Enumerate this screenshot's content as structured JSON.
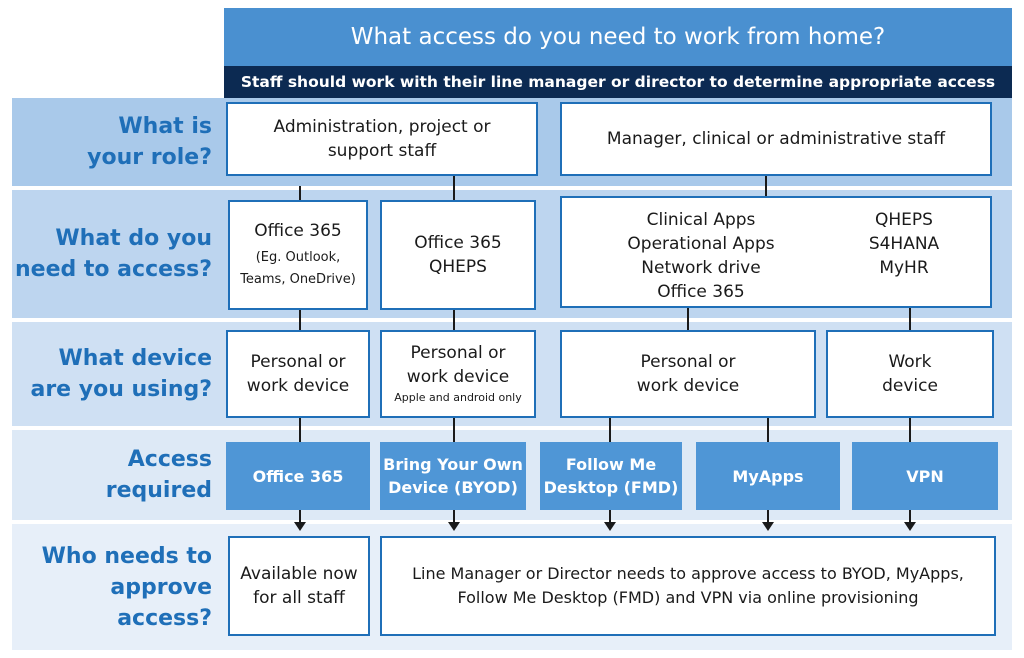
{
  "header": {
    "title": "What access do you need to work from home?",
    "subtitle": "Staff should work with their line manager or director to determine appropriate access"
  },
  "rows": {
    "role": {
      "label": [
        "What is",
        "your role?"
      ]
    },
    "access_needed": {
      "label": [
        "What do you",
        "need to access?"
      ]
    },
    "device": {
      "label": [
        "What device",
        "are you using?"
      ]
    },
    "access_required": {
      "label": [
        "Access",
        "required"
      ]
    },
    "approve": {
      "label": [
        "Who needs to",
        "approve access?"
      ]
    }
  },
  "roles": {
    "admin": [
      "Administration, project or",
      "support staff"
    ],
    "manager": "Manager, clinical or administrative staff"
  },
  "needs": {
    "office365": {
      "title": "Office 365",
      "note": [
        "(Eg. Outlook,",
        "Teams, OneDrive)"
      ]
    },
    "office_qheps": [
      "Office 365",
      "QHEPS"
    ],
    "clinical_left": [
      "Clinical Apps",
      "Operational Apps",
      "Network drive",
      "Office 365"
    ],
    "clinical_right": [
      "QHEPS",
      "S4HANA",
      "MyHR"
    ]
  },
  "devices": {
    "personal_1": [
      "Personal or",
      "work device"
    ],
    "personal_2": {
      "lines": [
        "Personal or",
        "work device"
      ],
      "note": "Apple and android only"
    },
    "personal_3": [
      "Personal or",
      "work device"
    ],
    "work": [
      "Work",
      "device"
    ]
  },
  "access_required": {
    "office365": "Office 365",
    "byod": [
      "Bring Your Own",
      "Device (BYOD)"
    ],
    "fmd": [
      "Follow Me",
      "Desktop (FMD)"
    ],
    "myapps": "MyApps",
    "vpn": "VPN"
  },
  "approval": {
    "all_staff": [
      "Available now",
      "for all staff"
    ],
    "manager": [
      "Line Manager or Director needs to approve access to BYOD, MyApps,",
      "Follow Me Desktop (FMD) and VPN via online provisioning"
    ]
  },
  "colors": {
    "title_bg": "#4a90d0",
    "subtitle_bg": "#0c2a52",
    "label_text": "#1f6fb8",
    "access_bg": "#4f96d6",
    "band_dark": "#a9c9ea",
    "band_light": "#e4eef8"
  }
}
